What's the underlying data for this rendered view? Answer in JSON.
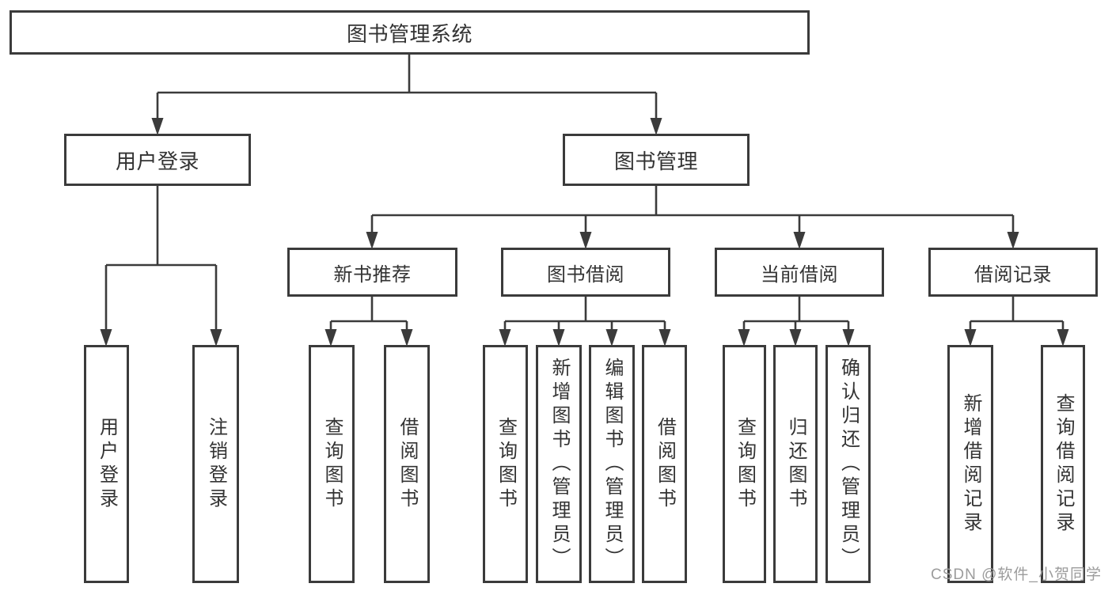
{
  "diagram": {
    "root": {
      "label": "图书管理系统"
    },
    "level1": [
      {
        "label": "用户登录"
      },
      {
        "label": "图书管理"
      }
    ],
    "level2": [
      {
        "label": "新书推荐"
      },
      {
        "label": "图书借阅"
      },
      {
        "label": "当前借阅"
      },
      {
        "label": "借阅记录"
      }
    ],
    "leaves": [
      {
        "label": "用户登录"
      },
      {
        "label": "注销登录"
      },
      {
        "label": "查询图书"
      },
      {
        "label": "借阅图书"
      },
      {
        "label": "查询图书"
      },
      {
        "label": "新增图书（管理员）"
      },
      {
        "label": "编辑图书（管理员）"
      },
      {
        "label": "借阅图书"
      },
      {
        "label": "查询图书"
      },
      {
        "label": "归还图书"
      },
      {
        "label": "确认归还（管理员）"
      },
      {
        "label": "新增借阅记录"
      },
      {
        "label": "查询借阅记录"
      }
    ],
    "watermark": "CSDN @软件_小贺同学",
    "colors": {
      "border": "#3b3b3b",
      "line": "#3b3b3b",
      "text": "#333333",
      "watermark": "#9c9c9c",
      "background": "#ffffff"
    }
  }
}
